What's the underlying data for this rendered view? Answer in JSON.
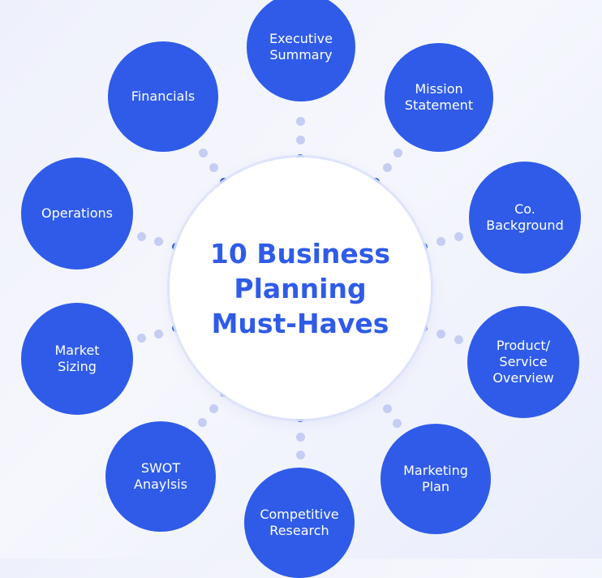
{
  "title": "10 Business\nPlanning\nMust-Haves",
  "colors": {
    "primary": "#2f5be8",
    "connector_light": "#c5cdf3",
    "center_fill": "#ffffff"
  },
  "items": [
    {
      "id": "executive-summary",
      "label": "Executive\nSummary"
    },
    {
      "id": "mission-statement",
      "label": "Mission\nStatement"
    },
    {
      "id": "co-background",
      "label": "Co.\nBackground"
    },
    {
      "id": "product-service-overview",
      "label": "Product/\nService\nOverview"
    },
    {
      "id": "marketing-plan",
      "label": "Marketing\nPlan"
    },
    {
      "id": "competitive-research",
      "label": "Competitive\nResearch"
    },
    {
      "id": "swot-analysis",
      "label": "SWOT\nAnaylsis"
    },
    {
      "id": "market-sizing",
      "label": "Market\nSizing"
    },
    {
      "id": "operations",
      "label": "Operations"
    },
    {
      "id": "financials",
      "label": "Financials"
    }
  ]
}
